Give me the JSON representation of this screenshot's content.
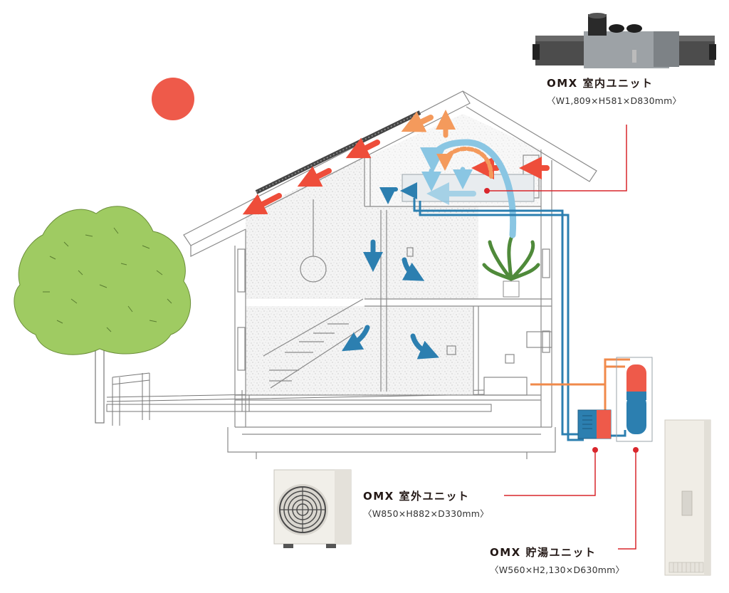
{
  "units": {
    "indoor": {
      "title": "OMX 室内ユニット",
      "dims": "〈W1,809×H581×D830mm〉"
    },
    "outdoor": {
      "title": "OMX 室外ユニット",
      "dims": "〈W850×H882×D330mm〉"
    },
    "storage": {
      "title": "OMX 貯湯ユニット",
      "dims": "〈W560×H2,130×D630mm〉"
    }
  },
  "colors": {
    "sun": "#ee5a4a",
    "leader_line": "#d9262c",
    "warm_arrow": "#ee4d3a",
    "exhaust_arrow": "#f49a5c",
    "circulation_arrow": "#8ac6e3",
    "room_arrow": "#2c7fb0",
    "hot_pipe": "#f08a4b",
    "cool_pipe": "#2c7fb0",
    "tree": "#9fcb62"
  }
}
